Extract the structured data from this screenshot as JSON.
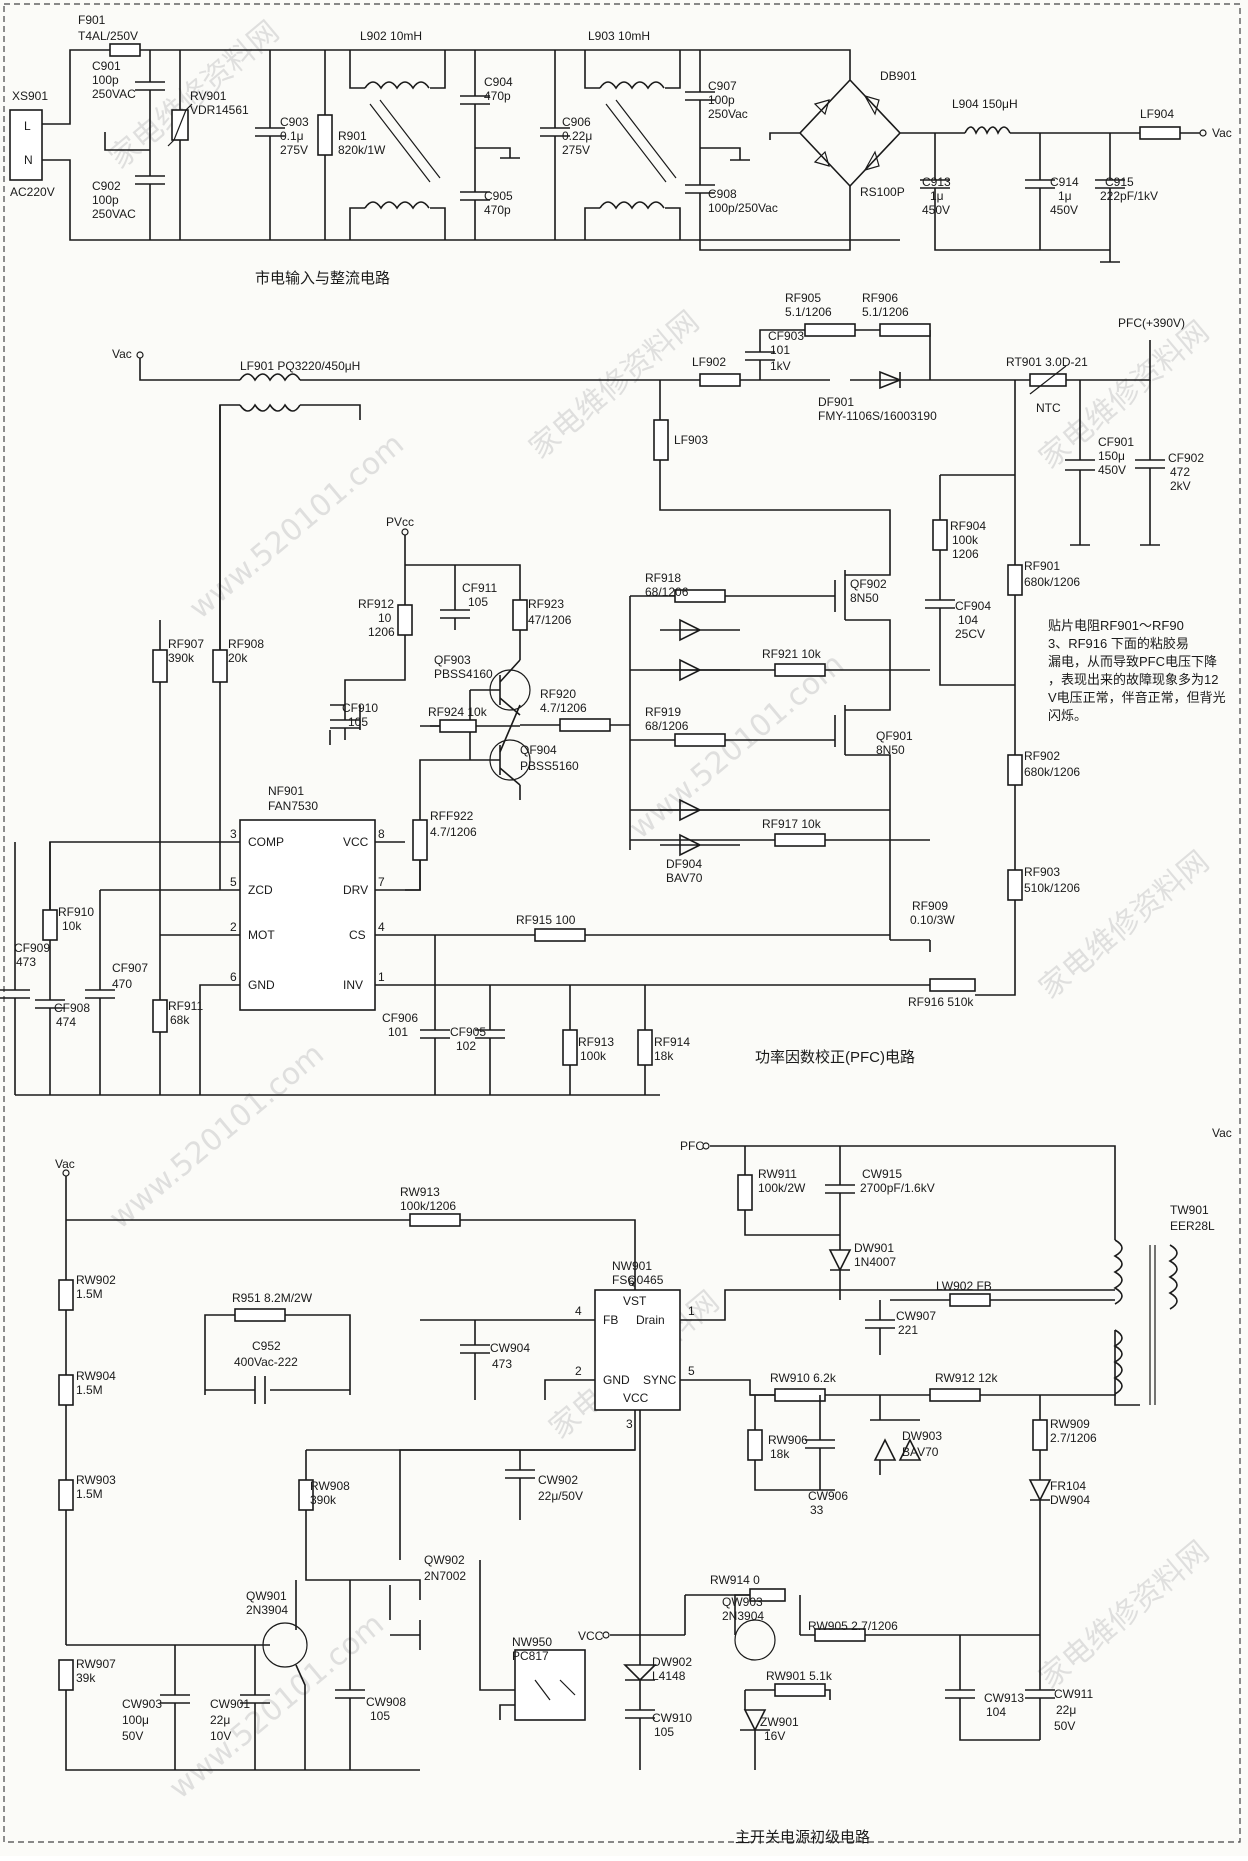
{
  "sections": {
    "mains": "市电输入与整流电路",
    "pfc": "功率因数校正(PFC)电路",
    "primary": "主开关电源初级电路"
  },
  "note": "贴片电阻RF901～RF903、RF916 下面的粘胶易漏电，从而导致PFC电压下降，表现出来的故障现象多为12V电压正常，伴音正常，但背光闪烁。",
  "watermark": {
    "site": "www.520101.com",
    "brand": "家电维修资料网"
  },
  "ic": {
    "nf901": {
      "ref": "NF901",
      "part": "FAN7530",
      "pins": [
        "COMP",
        "ZCD",
        "MOT",
        "GND",
        "VCC",
        "DRV",
        "CS",
        "INV"
      ],
      "pin_numbers": [
        "3",
        "5",
        "2",
        "6",
        "8",
        "7",
        "4",
        "1"
      ]
    },
    "nw901": {
      "ref": "NW901",
      "part": "FSQ0465",
      "pins": [
        "VST",
        "FB",
        "Drain",
        "GND",
        "SYNC",
        "VCC"
      ],
      "pin_numbers": [
        "6",
        "4",
        "1",
        "2",
        "5",
        "3"
      ]
    }
  },
  "labels": [
    {
      "id": "f901",
      "text": "F901"
    },
    {
      "id": "f901v",
      "text": "T4AL/250V"
    },
    {
      "id": "xs901",
      "text": "XS901"
    },
    {
      "id": "xsL",
      "text": "L"
    },
    {
      "id": "xsN",
      "text": "N"
    },
    {
      "id": "ac",
      "text": "AC220V"
    },
    {
      "id": "c901",
      "text": "C901"
    },
    {
      "id": "c901v",
      "text": "100p"
    },
    {
      "id": "c901r",
      "text": "250VAC"
    },
    {
      "id": "c902",
      "text": "C902"
    },
    {
      "id": "c902v",
      "text": "100p"
    },
    {
      "id": "c902r",
      "text": "250VAC"
    },
    {
      "id": "rv901",
      "text": "RV901"
    },
    {
      "id": "rv901v",
      "text": "VDR14561"
    },
    {
      "id": "c903",
      "text": "C903"
    },
    {
      "id": "c903v",
      "text": "0.1μ"
    },
    {
      "id": "c903r",
      "text": "275V"
    },
    {
      "id": "r901",
      "text": "R901"
    },
    {
      "id": "r901v",
      "text": "820k/1W"
    },
    {
      "id": "l902",
      "text": "L902 10mH"
    },
    {
      "id": "c904",
      "text": "C904"
    },
    {
      "id": "c904v",
      "text": "470p"
    },
    {
      "id": "c905",
      "text": "C905"
    },
    {
      "id": "c905v",
      "text": "470p"
    },
    {
      "id": "c906",
      "text": "C906"
    },
    {
      "id": "c906v",
      "text": "0.22μ"
    },
    {
      "id": "c906r",
      "text": "275V"
    },
    {
      "id": "l903",
      "text": "L903 10mH"
    },
    {
      "id": "c907",
      "text": "C907"
    },
    {
      "id": "c907v",
      "text": "100p"
    },
    {
      "id": "c907r",
      "text": "250Vac"
    },
    {
      "id": "c908",
      "text": "C908"
    },
    {
      "id": "c908v",
      "text": "100p/250Vac"
    },
    {
      "id": "db901",
      "text": "DB901"
    },
    {
      "id": "rs100p",
      "text": "RS100P"
    },
    {
      "id": "l904",
      "text": "L904 150μH"
    },
    {
      "id": "c913",
      "text": "C913"
    },
    {
      "id": "c913v",
      "text": "1μ"
    },
    {
      "id": "c913r",
      "text": "450V"
    },
    {
      "id": "c914",
      "text": "C914"
    },
    {
      "id": "c914v",
      "text": "1μ"
    },
    {
      "id": "c914r",
      "text": "450V"
    },
    {
      "id": "c915",
      "text": "C915"
    },
    {
      "id": "c915v",
      "text": "222pF/1kV"
    },
    {
      "id": "lf904",
      "text": "LF904"
    },
    {
      "id": "vac1",
      "text": "Vac"
    },
    {
      "id": "vac2",
      "text": "Vac"
    },
    {
      "id": "rf905",
      "text": "RF905"
    },
    {
      "id": "rf905v",
      "text": "5.1/1206"
    },
    {
      "id": "rf906",
      "text": "RF906"
    },
    {
      "id": "rf906v",
      "text": "5.1/1206"
    },
    {
      "id": "cf903",
      "text": "CF903"
    },
    {
      "id": "cf903v",
      "text": "101"
    },
    {
      "id": "cf903r",
      "text": "1kV"
    },
    {
      "id": "lf902",
      "text": "LF902"
    },
    {
      "id": "lf901",
      "text": "LF901 PQ3220/450μH"
    },
    {
      "id": "df901",
      "text": "DF901"
    },
    {
      "id": "df901v",
      "text": "FMY-1106S/16003190"
    },
    {
      "id": "pfc390",
      "text": "PFC(+390V)"
    },
    {
      "id": "rt901",
      "text": "RT901 3.0D-21"
    },
    {
      "id": "ntc",
      "text": "NTC"
    },
    {
      "id": "cf901",
      "text": "CF901"
    },
    {
      "id": "cf901v",
      "text": "150μ"
    },
    {
      "id": "cf901r",
      "text": "450V"
    },
    {
      "id": "cf902",
      "text": "CF902"
    },
    {
      "id": "cf902v",
      "text": "472"
    },
    {
      "id": "cf902r",
      "text": "2kV"
    },
    {
      "id": "lf903",
      "text": "LF903"
    },
    {
      "id": "rf904",
      "text": "RF904"
    },
    {
      "id": "rf904v",
      "text": "100k"
    },
    {
      "id": "rf904r",
      "text": "1206"
    },
    {
      "id": "cf904",
      "text": "CF904"
    },
    {
      "id": "cf904v",
      "text": "104"
    },
    {
      "id": "cf904r",
      "text": "25CV"
    },
    {
      "id": "rf901",
      "text": "RF901"
    },
    {
      "id": "rf901v",
      "text": "680k/1206"
    },
    {
      "id": "rf902",
      "text": "RF902"
    },
    {
      "id": "rf902v",
      "text": "680k/1206"
    },
    {
      "id": "rf903",
      "text": "RF903"
    },
    {
      "id": "rf903v",
      "text": "510k/1206"
    },
    {
      "id": "pvcc",
      "text": "PVcc"
    },
    {
      "id": "rf912",
      "text": "RF912"
    },
    {
      "id": "rf912v",
      "text": "10"
    },
    {
      "id": "rf912r",
      "text": "1206"
    },
    {
      "id": "cf911",
      "text": "CF911"
    },
    {
      "id": "cf911v",
      "text": "105"
    },
    {
      "id": "rf923",
      "text": "RF923"
    },
    {
      "id": "rf923v",
      "text": "47/1206"
    },
    {
      "id": "qf903",
      "text": "QF903"
    },
    {
      "id": "qf903v",
      "text": "PBSS4160"
    },
    {
      "id": "qf904",
      "text": "QF904"
    },
    {
      "id": "qf904v",
      "text": "PBSS5160"
    },
    {
      "id": "rf920",
      "text": "RF920"
    },
    {
      "id": "rf920v",
      "text": "4.7/1206"
    },
    {
      "id": "rf924",
      "text": "RF924 10k"
    },
    {
      "id": "cf910",
      "text": "CF910"
    },
    {
      "id": "cf910v",
      "text": "105"
    },
    {
      "id": "rf918",
      "text": "RF918"
    },
    {
      "id": "rf918v",
      "text": "68/1206"
    },
    {
      "id": "rf919",
      "text": "RF919"
    },
    {
      "id": "rf919v",
      "text": "68/1206"
    },
    {
      "id": "rf921",
      "text": "RF921 10k"
    },
    {
      "id": "rf917",
      "text": "RF917 10k"
    },
    {
      "id": "qf902",
      "text": "QF902"
    },
    {
      "id": "qf902v",
      "text": "8N50"
    },
    {
      "id": "qf901",
      "text": "QF901"
    },
    {
      "id": "qf901v",
      "text": "8N50"
    },
    {
      "id": "df904",
      "text": "DF904"
    },
    {
      "id": "df904v",
      "text": "BAV70"
    },
    {
      "id": "rff922",
      "text": "RFF922"
    },
    {
      "id": "rff922v",
      "text": "4.7/1206"
    },
    {
      "id": "rf907",
      "text": "RF907"
    },
    {
      "id": "rf907v",
      "text": "390k"
    },
    {
      "id": "rf908",
      "text": "RF908"
    },
    {
      "id": "rf908v",
      "text": "20k"
    },
    {
      "id": "rf910",
      "text": "RF910"
    },
    {
      "id": "rf910v",
      "text": "10k"
    },
    {
      "id": "cf909",
      "text": "CF909"
    },
    {
      "id": "cf909v",
      "text": "473"
    },
    {
      "id": "cf908",
      "text": "CF908"
    },
    {
      "id": "cf908v",
      "text": "474"
    },
    {
      "id": "cf907",
      "text": "CF907"
    },
    {
      "id": "cf907v",
      "text": "470"
    },
    {
      "id": "rf911",
      "text": "RF911"
    },
    {
      "id": "rf911v",
      "text": "68k"
    },
    {
      "id": "rf915",
      "text": "RF915 100"
    },
    {
      "id": "rf909",
      "text": "RF909"
    },
    {
      "id": "rf909v",
      "text": "0.10/3W"
    },
    {
      "id": "rf916",
      "text": "RF916 510k"
    },
    {
      "id": "cf906",
      "text": "CF906"
    },
    {
      "id": "cf906v",
      "text": "101"
    },
    {
      "id": "cf905",
      "text": "CF905"
    },
    {
      "id": "cf905v",
      "text": "102"
    },
    {
      "id": "rf913",
      "text": "RF913"
    },
    {
      "id": "rf913v",
      "text": "100k"
    },
    {
      "id": "rf914",
      "text": "RF914"
    },
    {
      "id": "rf914v",
      "text": "18k"
    },
    {
      "id": "pfc2",
      "text": "PFC"
    },
    {
      "id": "rw911",
      "text": "RW911"
    },
    {
      "id": "rw911v",
      "text": "100k/2W"
    },
    {
      "id": "cw915",
      "text": "CW915"
    },
    {
      "id": "cw915v",
      "text": "2700pF/1.6kV"
    },
    {
      "id": "dw901",
      "text": "DW901"
    },
    {
      "id": "dw901v",
      "text": "1N4007"
    },
    {
      "id": "tw901",
      "text": "TW901"
    },
    {
      "id": "tw901v",
      "text": "EER28L"
    },
    {
      "id": "lw902",
      "text": "LW902 FB"
    },
    {
      "id": "cw907",
      "text": "CW907"
    },
    {
      "id": "cw907v",
      "text": "221"
    },
    {
      "id": "rw913",
      "text": "RW913"
    },
    {
      "id": "rw913v",
      "text": "100k/1206"
    },
    {
      "id": "rw902",
      "text": "RW902"
    },
    {
      "id": "rw902v",
      "text": "1.5M"
    },
    {
      "id": "rw904",
      "text": "RW904"
    },
    {
      "id": "rw904v",
      "text": "1.5M"
    },
    {
      "id": "rw903",
      "text": "RW903"
    },
    {
      "id": "rw903v",
      "text": "1.5M"
    },
    {
      "id": "rw907",
      "text": "RW907"
    },
    {
      "id": "rw907v",
      "text": "39k"
    },
    {
      "id": "r951",
      "text": "R951 8.2M/2W"
    },
    {
      "id": "c952",
      "text": "C952"
    },
    {
      "id": "c952v",
      "text": "400Vac-222"
    },
    {
      "id": "cw904",
      "text": "CW904"
    },
    {
      "id": "cw904v",
      "text": "473"
    },
    {
      "id": "rw910",
      "text": "RW910 6.2k"
    },
    {
      "id": "rw912",
      "text": "RW912 12k"
    },
    {
      "id": "rw906",
      "text": "RW906"
    },
    {
      "id": "rw906v",
      "text": "18k"
    },
    {
      "id": "cw906",
      "text": "CW906"
    },
    {
      "id": "cw906v",
      "text": "33"
    },
    {
      "id": "dw903",
      "text": "DW903"
    },
    {
      "id": "dw903v",
      "text": "BAV70"
    },
    {
      "id": "rw909",
      "text": "RW909"
    },
    {
      "id": "rw909v",
      "text": "2.7/1206"
    },
    {
      "id": "fr104",
      "text": "FR104"
    },
    {
      "id": "dw904",
      "text": "DW904"
    },
    {
      "id": "rw908",
      "text": "RW908"
    },
    {
      "id": "rw908v",
      "text": "390k"
    },
    {
      "id": "cw902",
      "text": "CW902"
    },
    {
      "id": "cw902v",
      "text": "22μ/50V"
    },
    {
      "id": "qw902",
      "text": "QW902"
    },
    {
      "id": "qw902v",
      "text": "2N7002"
    },
    {
      "id": "qw901",
      "text": "QW901"
    },
    {
      "id": "qw901v",
      "text": "2N3904"
    },
    {
      "id": "nw950",
      "text": "NW950"
    },
    {
      "id": "nw950v",
      "text": "PC817"
    },
    {
      "id": "cw903",
      "text": "CW903"
    },
    {
      "id": "cw903v",
      "text": "100μ"
    },
    {
      "id": "cw903r",
      "text": "50V"
    },
    {
      "id": "cw901",
      "text": "CW901"
    },
    {
      "id": "cw901v",
      "text": "22μ"
    },
    {
      "id": "cw901r",
      "text": "10V"
    },
    {
      "id": "cw908",
      "text": "CW908"
    },
    {
      "id": "cw908v",
      "text": "105"
    },
    {
      "id": "rw914",
      "text": "RW914 0"
    },
    {
      "id": "qw903",
      "text": "QW903"
    },
    {
      "id": "qw903v",
      "text": "2N3904"
    },
    {
      "id": "rw905",
      "text": "RW905 2.7/1206"
    },
    {
      "id": "vcc",
      "text": "VCC"
    },
    {
      "id": "dw902",
      "text": "DW902"
    },
    {
      "id": "dw902v",
      "text": "L4148"
    },
    {
      "id": "rw901",
      "text": "RW901 5.1k"
    },
    {
      "id": "cw910",
      "text": "CW910"
    },
    {
      "id": "cw910v",
      "text": "105"
    },
    {
      "id": "zw901",
      "text": "ZW901"
    },
    {
      "id": "zw901v",
      "text": "16V"
    },
    {
      "id": "cw913",
      "text": "CW913"
    },
    {
      "id": "cw913v",
      "text": "104"
    },
    {
      "id": "cw911",
      "text": "CW911"
    },
    {
      "id": "cw911v",
      "text": "22μ"
    },
    {
      "id": "cw911r",
      "text": "50V"
    },
    {
      "id": "vac3",
      "text": "Vac"
    },
    {
      "id": "vac4",
      "text": "Vac"
    }
  ]
}
